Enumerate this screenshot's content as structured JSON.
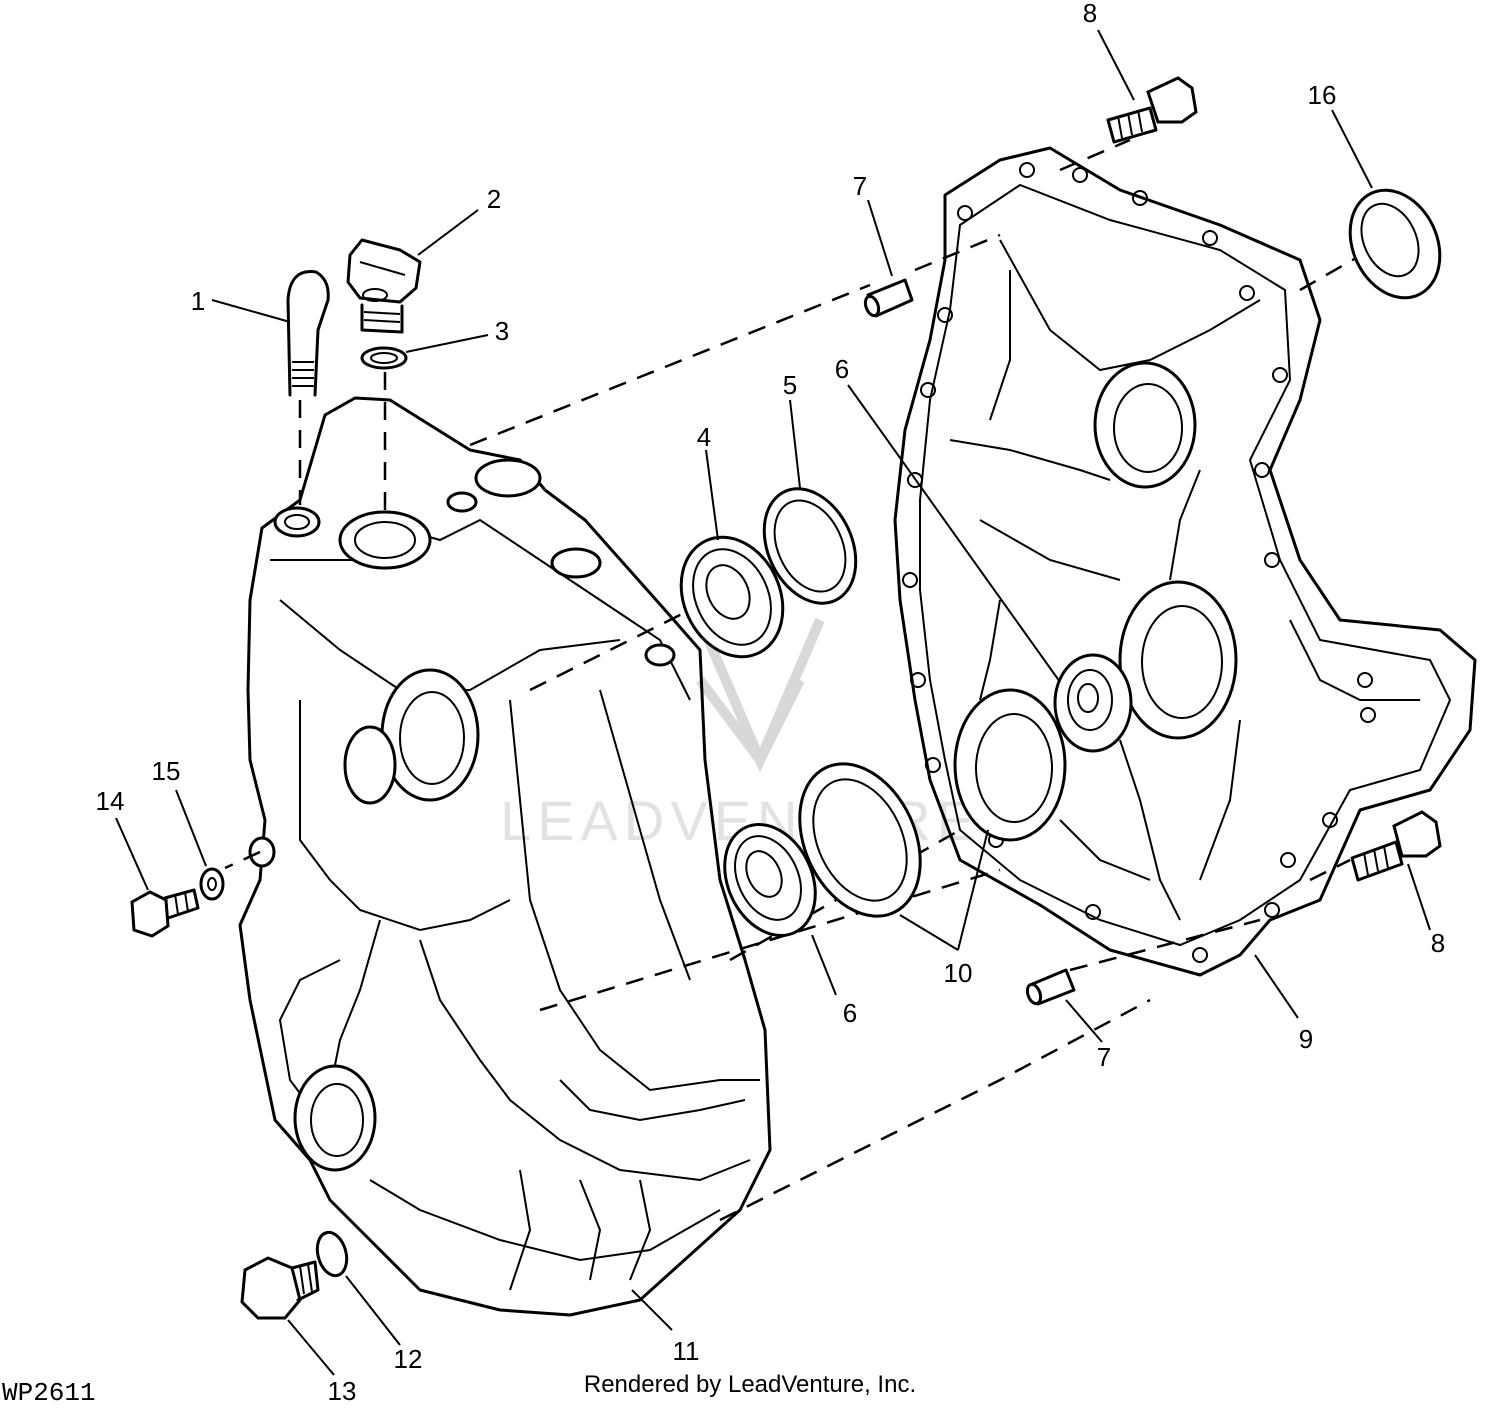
{
  "figure_code": "WP2611",
  "credit": "Rendered by LeadVenture, Inc.",
  "watermark": "LEADVENTURE",
  "callouts": [
    {
      "id": "c1",
      "label": "1"
    },
    {
      "id": "c2",
      "label": "2"
    },
    {
      "id": "c3",
      "label": "3"
    },
    {
      "id": "c4",
      "label": "4"
    },
    {
      "id": "c5",
      "label": "5"
    },
    {
      "id": "c6a",
      "label": "6"
    },
    {
      "id": "c6b",
      "label": "6"
    },
    {
      "id": "c7a",
      "label": "7"
    },
    {
      "id": "c7b",
      "label": "7"
    },
    {
      "id": "c8a",
      "label": "8"
    },
    {
      "id": "c8b",
      "label": "8"
    },
    {
      "id": "c9",
      "label": "9"
    },
    {
      "id": "c10",
      "label": "10"
    },
    {
      "id": "c11",
      "label": "11"
    },
    {
      "id": "c12",
      "label": "12"
    },
    {
      "id": "c13",
      "label": "13"
    },
    {
      "id": "c14",
      "label": "14"
    },
    {
      "id": "c15",
      "label": "15"
    },
    {
      "id": "c16",
      "label": "16"
    }
  ]
}
